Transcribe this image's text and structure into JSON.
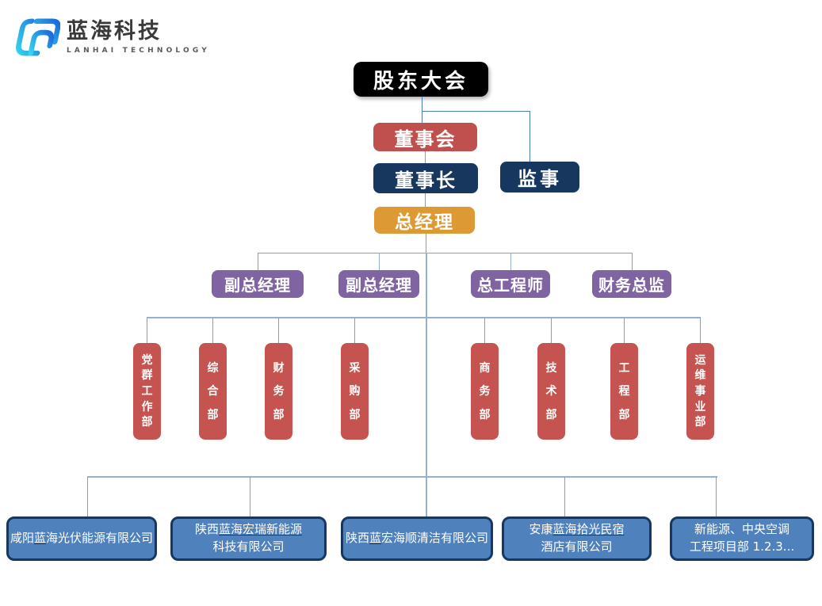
{
  "logo": {
    "brand_cn": "蓝海科技",
    "brand_en": "LANHAI TECHNOLOGY"
  },
  "org": {
    "top": {
      "shareholders": "股东大会",
      "board": "董事会",
      "chairman": "董事长",
      "supervisor": "监事",
      "general_manager": "总经理"
    },
    "executives": [
      "副总经理",
      "副总经理",
      "总工程师",
      "财务总监"
    ],
    "departments": [
      "党群工作部",
      "综合部",
      "财务部",
      "采购部",
      "商务部",
      "技术部",
      "工程部",
      "运维事业部"
    ],
    "companies": [
      {
        "lines": [
          [
            {
              "t": "咸阳"
            },
            {
              "t": "蓝",
              "u": true
            },
            {
              "t": "海光伏能源有限公司"
            }
          ]
        ]
      },
      {
        "lines": [
          [
            {
              "t": "陕西"
            },
            {
              "t": "蓝海宏瑞新能源",
              "u": true
            }
          ],
          [
            {
              "t": "科技有限公司"
            }
          ]
        ]
      },
      {
        "lines": [
          [
            {
              "t": "陕西"
            },
            {
              "t": "蓝",
              "u": true
            },
            {
              "t": "宏海顺清洁有限公司"
            }
          ]
        ]
      },
      {
        "lines": [
          [
            {
              "t": "安康"
            },
            {
              "t": "蓝海拾光民宿",
              "u": true
            }
          ],
          [
            {
              "t": "酒店有限公司"
            }
          ]
        ]
      },
      {
        "lines": [
          [
            {
              "t": "新能源、中央空调"
            }
          ],
          [
            {
              "t": "工程项目部 1.2.3..."
            }
          ]
        ]
      }
    ]
  },
  "colors": {
    "black": "#000000",
    "red": "#c0504d",
    "navy": "#17375e",
    "orange": "#dd9933",
    "purple": "#8064a2",
    "deptRed": "#c5534f",
    "compBlue": "#4f81bd",
    "compBorder": "#17375e",
    "underline": "#1f3c66",
    "lineGrey": "#9a9a9a",
    "lineBlue": "#4a7ebb",
    "lineSteel": "#92b1d5",
    "brandDark": "#3a3a3a",
    "brandGrey": "#5a5a5a",
    "logoCyan": "#35d5ee",
    "logoBlue": "#1b66d9"
  }
}
